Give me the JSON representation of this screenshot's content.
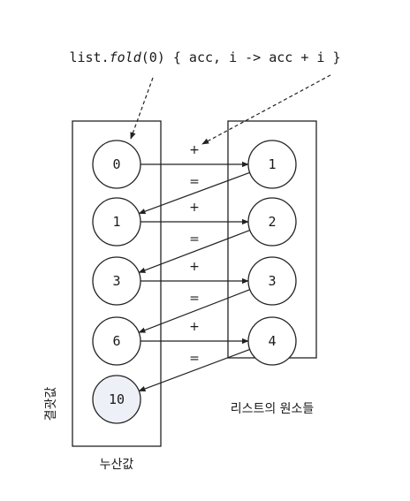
{
  "code": {
    "prefix": "list.",
    "fn": "fold",
    "suffix": "(0) { acc, i -> acc + i }"
  },
  "accumulator": {
    "values": [
      "0",
      "1",
      "3",
      "6",
      "10"
    ],
    "caption": "누산값",
    "result_label": "결괏값",
    "result_fill": "#eef0f8"
  },
  "elements": {
    "values": [
      "1",
      "2",
      "3",
      "4"
    ],
    "caption": "리스트의 원소들"
  },
  "operators": {
    "plus": "+",
    "equals": "="
  },
  "colors": {
    "stroke": "#222222",
    "node_fill": "#ffffff"
  }
}
